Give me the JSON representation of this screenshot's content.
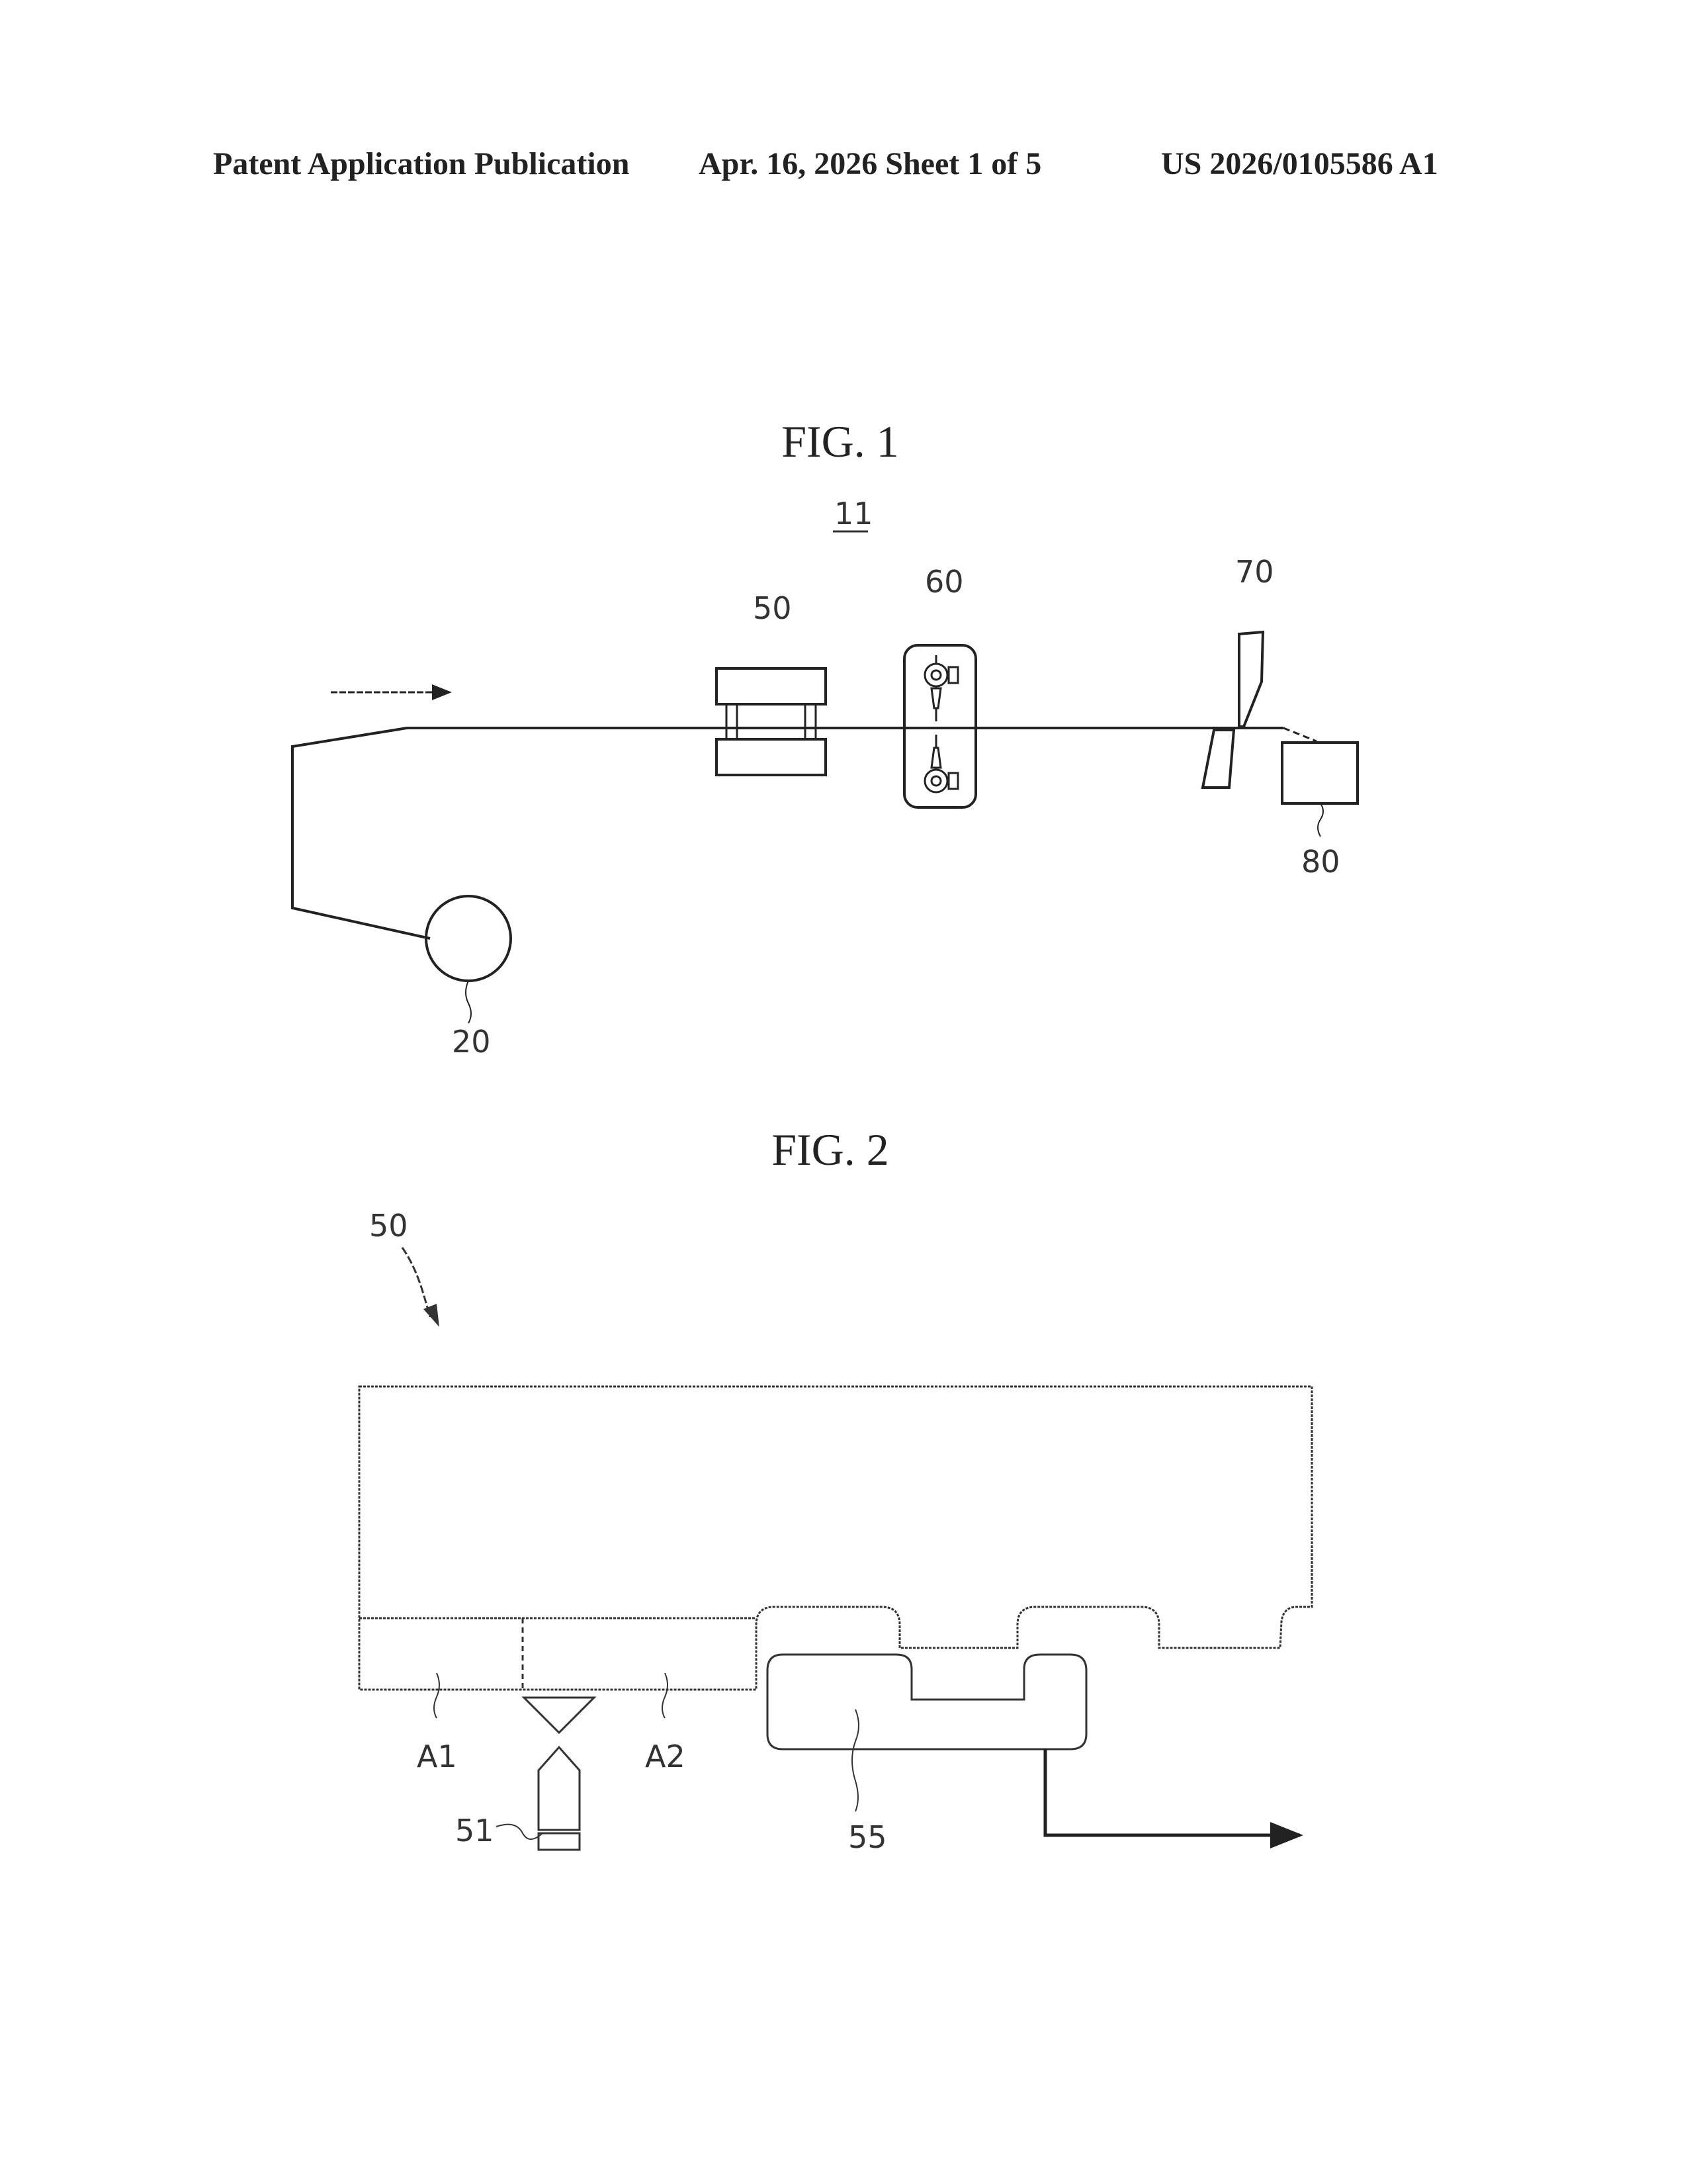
{
  "header": {
    "left": "Patent Application Publication",
    "middle": "Apr. 16, 2026  Sheet 1 of 5",
    "right": "US 2026/0105586 A1"
  },
  "fig1": {
    "title": "FIG. 1",
    "labels": {
      "system": "11",
      "supply_roll": "20",
      "first_unit": "50",
      "second_unit": "60",
      "cutter": "70",
      "receiver": "80"
    }
  },
  "fig2": {
    "title": "FIG. 2",
    "labels": {
      "assembly": "50",
      "area_first": "A1",
      "area_second": "A2",
      "nozzle": "51",
      "chamber": "55"
    }
  }
}
